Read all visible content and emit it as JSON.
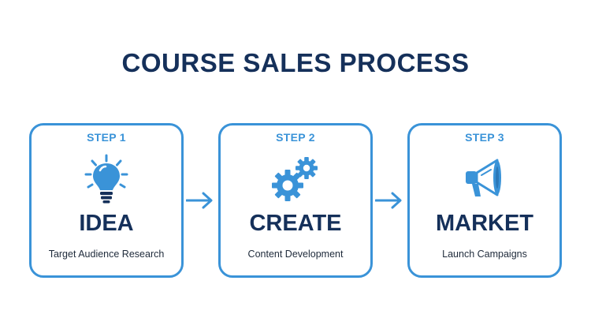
{
  "title": "COURSE SALES PROCESS",
  "steps": [
    {
      "step_label": "STEP 1",
      "icon": "lightbulb-icon",
      "title": "IDEA",
      "description": "Target Audience Research"
    },
    {
      "step_label": "STEP 2",
      "icon": "gears-icon",
      "title": "CREATE",
      "description": "Content Development"
    },
    {
      "step_label": "STEP 3",
      "icon": "megaphone-icon",
      "title": "MARKET",
      "description": "Launch Campaigns"
    }
  ],
  "colors": {
    "accent": "#3a93d8",
    "heading": "#15305a",
    "text": "#1e2a3a",
    "background": "#ffffff"
  }
}
